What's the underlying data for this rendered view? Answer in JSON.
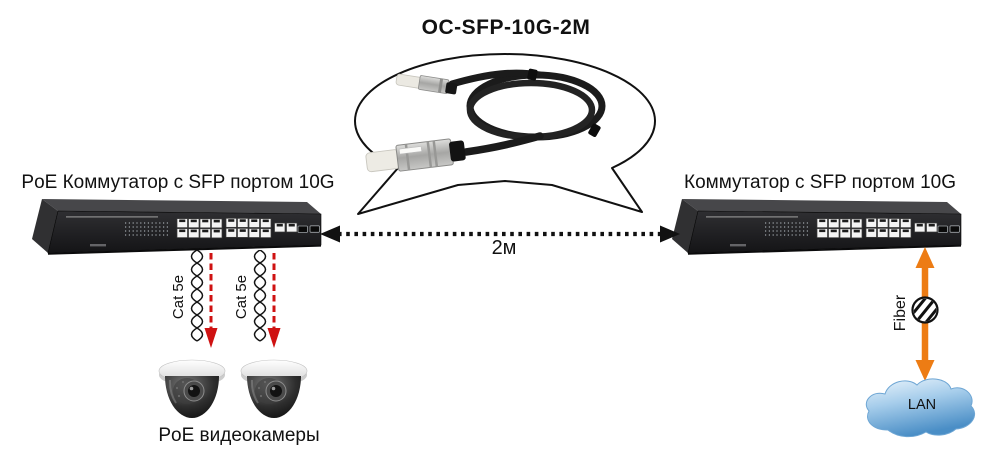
{
  "title": "OC-SFP-10G-2M",
  "left_switch": {
    "label": "PoE Коммутатор с SFP портом 10G"
  },
  "right_switch": {
    "label": "Коммутатор с SFP портом 10G"
  },
  "dac_link": {
    "length_label": "2м"
  },
  "camera_links": {
    "cable_label": "Cat 5e"
  },
  "cameras": {
    "label": "PoE видеокамеры"
  },
  "fiber_link": {
    "label": "Fiber"
  },
  "lan_cloud": {
    "label": "LAN"
  },
  "colors": {
    "red_arrow": "#cf1212",
    "orange_arrow": "#ED7C14",
    "cloud_blue": "#4a8ec6",
    "switch_body": "#1d1d1f",
    "line_black": "#111111"
  }
}
